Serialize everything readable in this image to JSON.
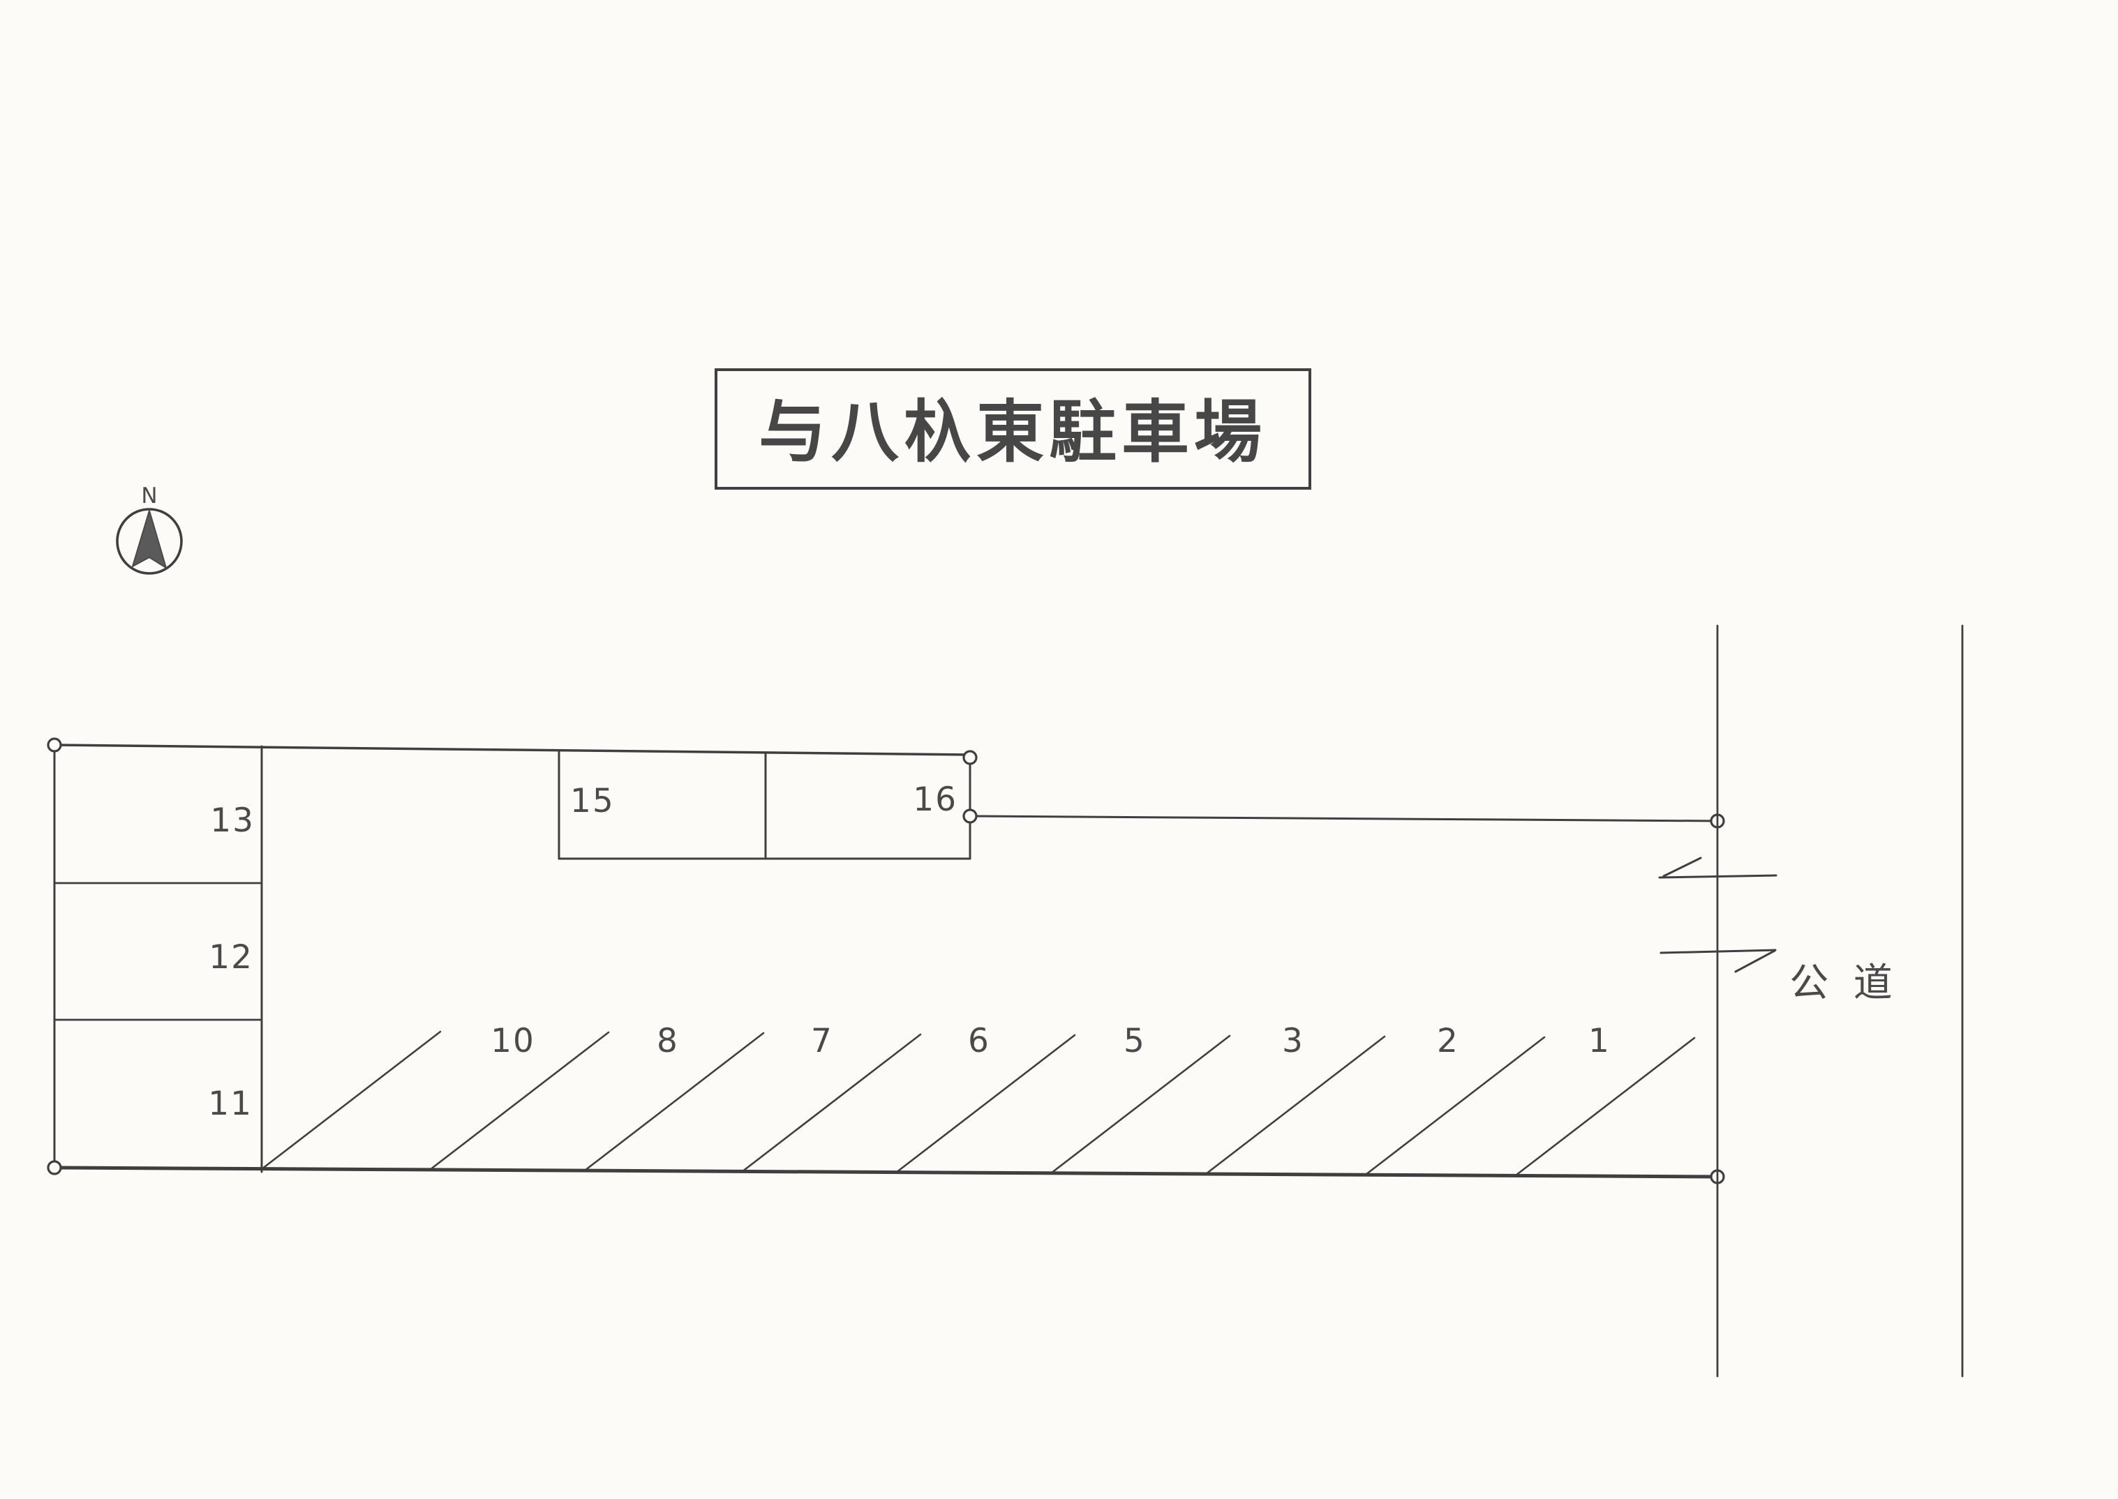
{
  "colors": {
    "ink": "#3f3f3f",
    "digit_ink": "#4a4a4a",
    "paper": "#fcfbf8"
  },
  "title": {
    "text": "与八杁東駐車場"
  },
  "compass": {
    "north_label": "N"
  },
  "road": {
    "label": "公 道"
  },
  "parking": {
    "left_column_spaces": [
      {
        "label": "13"
      },
      {
        "label": "12"
      },
      {
        "label": "11"
      }
    ],
    "top_row_spaces": [
      {
        "label": "15"
      },
      {
        "label": "16"
      }
    ],
    "angled_spaces": [
      {
        "label": "10"
      },
      {
        "label": "8"
      },
      {
        "label": "7"
      },
      {
        "label": "6"
      },
      {
        "label": "5"
      },
      {
        "label": "3"
      },
      {
        "label": "2"
      },
      {
        "label": "1"
      }
    ]
  }
}
